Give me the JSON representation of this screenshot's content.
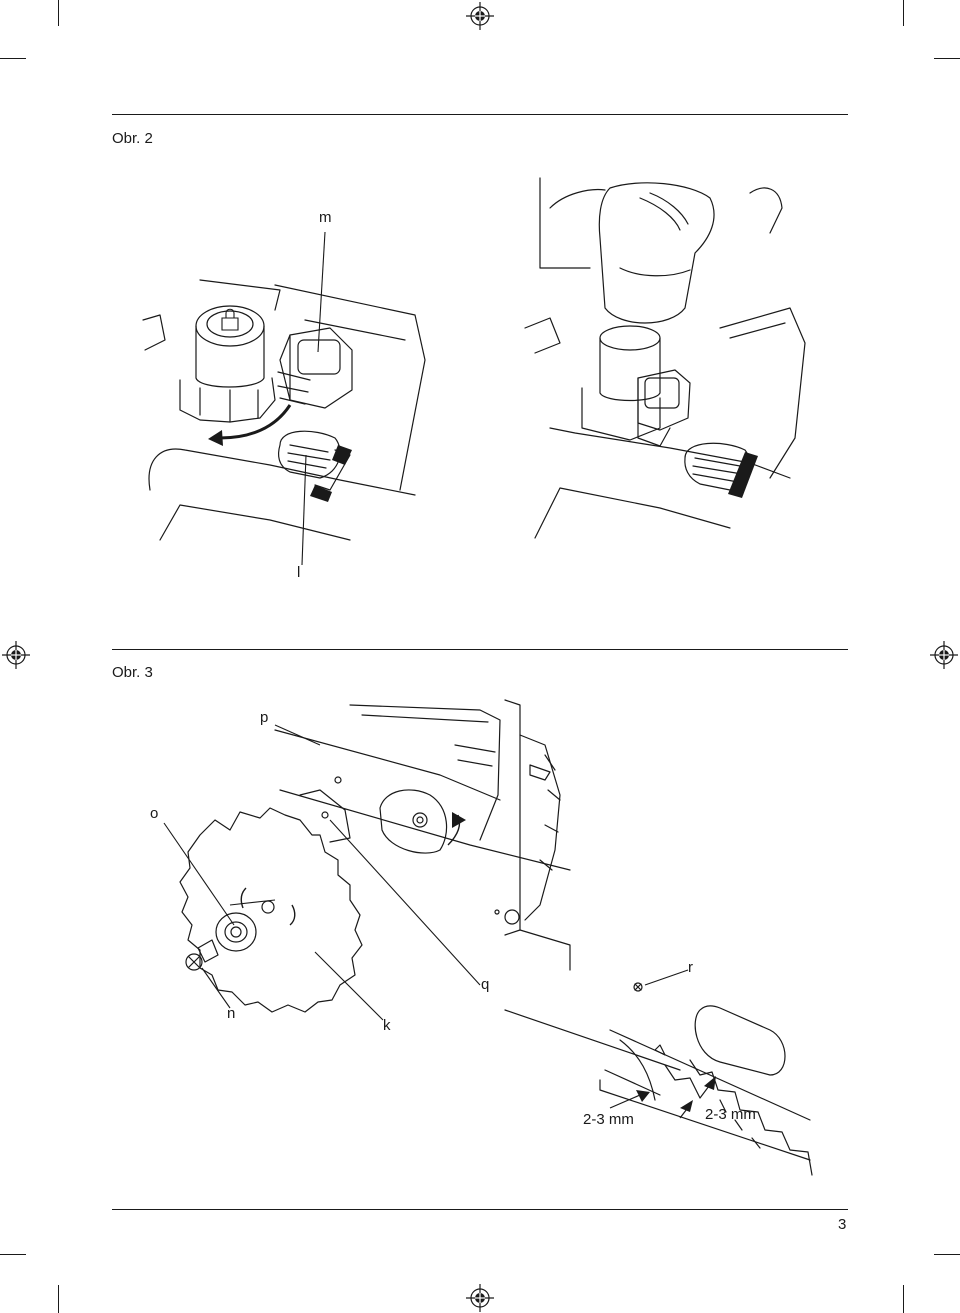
{
  "figures": [
    {
      "title": "Obr. 2",
      "callouts": {
        "m": "m",
        "l": "l"
      }
    },
    {
      "title": "Obr. 3",
      "callouts": {
        "p": "p",
        "o": "o",
        "r": "r",
        "q": "q",
        "n": "n",
        "k": "k"
      },
      "dimensions": [
        "2-3 mm",
        "2-3 mm"
      ]
    }
  ],
  "page_number": "3",
  "icons": [
    "registration-mark-icon",
    "crop-mark-icon",
    "rotation-arrow-icon"
  ]
}
